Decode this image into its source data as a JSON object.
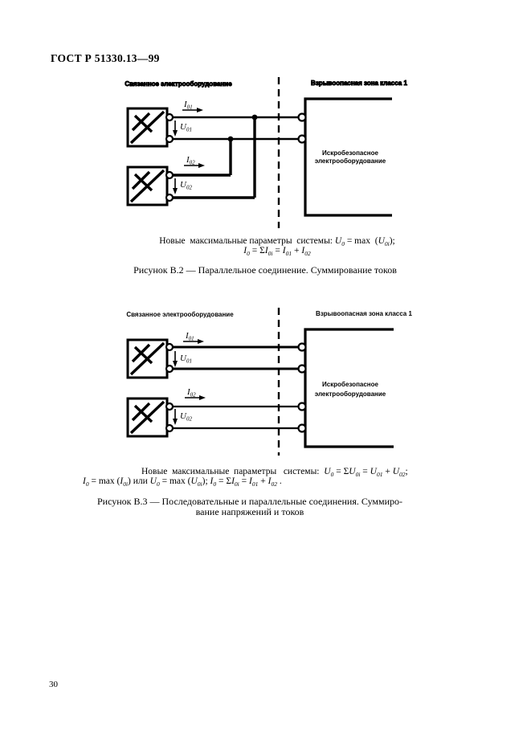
{
  "page": {
    "header": "ГОСТ Р 51330.13—99",
    "page_number": "30"
  },
  "colors": {
    "ink": "#000000",
    "paper": "#ffffff"
  },
  "diagram1": {
    "zone_left": "Связанное электрооборудование",
    "zone_right": "Взрывоопасная зона класса 1",
    "device_line1": "Искробезопасное",
    "device_line2": "электрооборудование",
    "labels": {
      "i1": {
        "base": "I",
        "sub": "01"
      },
      "u1": {
        "base": "U",
        "sub": "01"
      },
      "i2": {
        "base": "I",
        "sub": "02"
      },
      "u2": {
        "base": "U",
        "sub": "02"
      }
    },
    "formula_line1": [
      {
        "s": "plain",
        "t": "Новые  максимальные параметры  системы: "
      },
      {
        "s": "var",
        "t": "U"
      },
      {
        "s": "sub",
        "t": "0"
      },
      {
        "s": "plain",
        "t": " = max  ("
      },
      {
        "s": "var",
        "t": "U"
      },
      {
        "s": "sub",
        "t": "0i"
      },
      {
        "s": "plain",
        "t": ");"
      }
    ],
    "formula_line2": [
      {
        "s": "var",
        "t": "I"
      },
      {
        "s": "sub",
        "t": "0"
      },
      {
        "s": "plain",
        "t": " = Σ"
      },
      {
        "s": "var",
        "t": "I"
      },
      {
        "s": "sub",
        "t": "0i"
      },
      {
        "s": "plain",
        "t": " = "
      },
      {
        "s": "var",
        "t": "I"
      },
      {
        "s": "sub",
        "t": "01"
      },
      {
        "s": "plain",
        "t": " + "
      },
      {
        "s": "var",
        "t": "I"
      },
      {
        "s": "sub",
        "t": "02"
      }
    ],
    "caption": "Рисунок В.2 — Параллельное соединение. Суммирование токов"
  },
  "diagram2": {
    "zone_left": "Связанное электрооборудование",
    "zone_right": "Взрывоопасная зона класса 1",
    "device_line1": "Искробезопасное",
    "device_line2": "электрооборудование",
    "labels": {
      "i1": {
        "base": "I",
        "sub": "01"
      },
      "u1": {
        "base": "U",
        "sub": "01"
      },
      "i2": {
        "base": "I",
        "sub": "02"
      },
      "u2": {
        "base": "U",
        "sub": "02"
      }
    },
    "formula_line1": [
      {
        "s": "plain",
        "t": "Новые  максимальные  параметры   системы:  "
      },
      {
        "s": "var",
        "t": "U"
      },
      {
        "s": "sub",
        "t": "0"
      },
      {
        "s": "plain",
        "t": " = Σ"
      },
      {
        "s": "var",
        "t": "U"
      },
      {
        "s": "sub",
        "t": "0i"
      },
      {
        "s": "plain",
        "t": " = "
      },
      {
        "s": "var",
        "t": "U"
      },
      {
        "s": "sub",
        "t": "01"
      },
      {
        "s": "plain",
        "t": " + "
      },
      {
        "s": "var",
        "t": "U"
      },
      {
        "s": "sub",
        "t": "02"
      },
      {
        "s": "plain",
        "t": ";"
      }
    ],
    "formula_line2": [
      {
        "s": "var",
        "t": "I"
      },
      {
        "s": "sub",
        "t": "0"
      },
      {
        "s": "plain",
        "t": " = max ("
      },
      {
        "s": "var",
        "t": "I"
      },
      {
        "s": "sub",
        "t": "0i"
      },
      {
        "s": "plain",
        "t": ") или "
      },
      {
        "s": "var",
        "t": "U"
      },
      {
        "s": "sub",
        "t": "0"
      },
      {
        "s": "plain",
        "t": " = max ("
      },
      {
        "s": "var",
        "t": "U"
      },
      {
        "s": "sub",
        "t": "0i"
      },
      {
        "s": "plain",
        "t": "); "
      },
      {
        "s": "var",
        "t": "I"
      },
      {
        "s": "sub",
        "t": "0"
      },
      {
        "s": "plain",
        "t": " = Σ"
      },
      {
        "s": "var",
        "t": "I"
      },
      {
        "s": "sub",
        "t": "0i"
      },
      {
        "s": "plain",
        "t": " = "
      },
      {
        "s": "var",
        "t": "I"
      },
      {
        "s": "sub",
        "t": "01"
      },
      {
        "s": "plain",
        "t": " + "
      },
      {
        "s": "var",
        "t": "I"
      },
      {
        "s": "sub",
        "t": "02"
      },
      {
        "s": "plain",
        "t": " ."
      }
    ],
    "caption_line1": "Рисунок В.3 — Последовательные и параллельные соединения. Суммиро-",
    "caption_line2": "вание напряжений и токов"
  }
}
